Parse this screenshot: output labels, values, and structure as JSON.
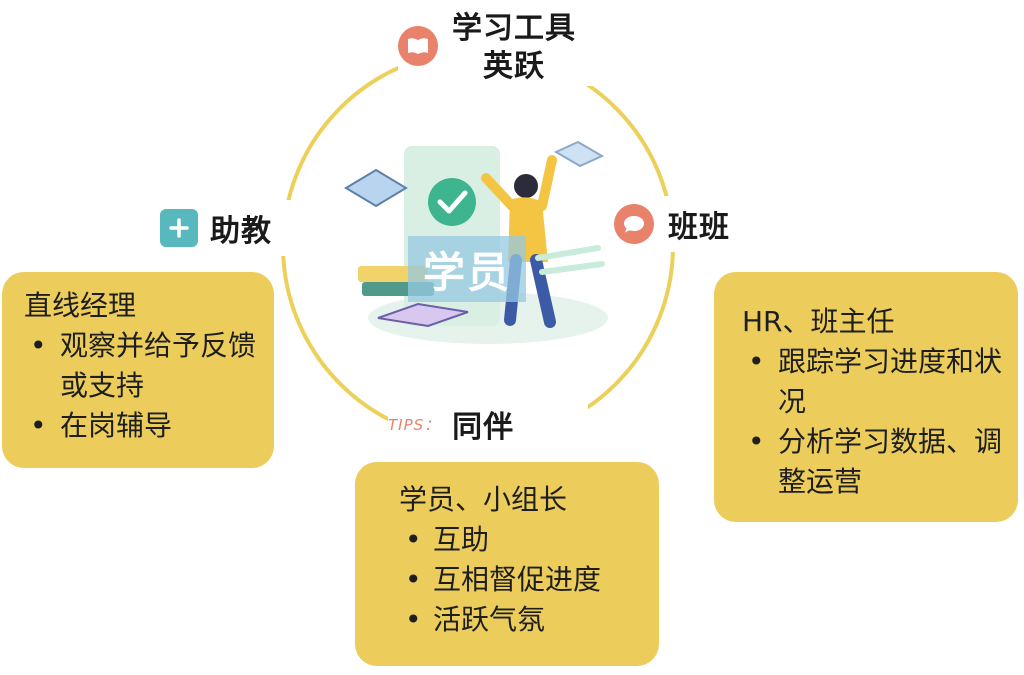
{
  "colors": {
    "ring": "#ecd05a",
    "card": "#eccd5c",
    "coral": "#e8826a",
    "teal": "#57b8bd",
    "label_overlay": "#96c8e1"
  },
  "nodes": {
    "top": {
      "icon": "book-icon",
      "line1": "学习工具",
      "line2": "英跃"
    },
    "left": {
      "icon": "plus-icon",
      "label": "助教"
    },
    "right": {
      "icon": "chat-bubble-icon",
      "label": "班班"
    },
    "bottom": {
      "tag": "TIPS：",
      "label": "同伴"
    }
  },
  "center": {
    "label": "学员",
    "illustration": "student-studying-illustration"
  },
  "cards": {
    "left": {
      "title": "直线经理",
      "items": [
        "观察并给予反馈或支持",
        "在岗辅导"
      ]
    },
    "right": {
      "title": "HR、班主任",
      "items": [
        "跟踪学习进度和状况",
        "分析学习数据、调整运营"
      ]
    },
    "bottom": {
      "title": "学员、小组长",
      "items": [
        "互助",
        "互相督促进度",
        "活跃气氛"
      ]
    }
  }
}
